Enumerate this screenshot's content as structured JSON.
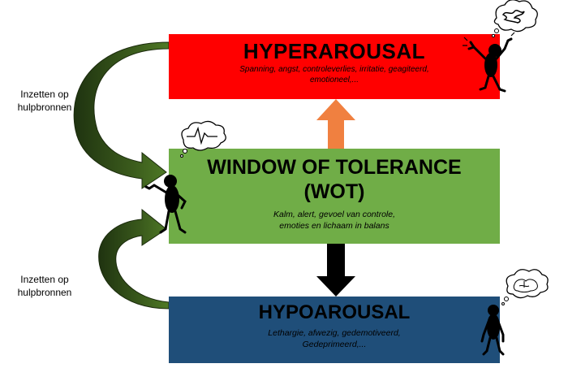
{
  "hyperarousal": {
    "title": "HYPERAROUSAL",
    "description": "Spanning, angst, controleverlies, irritatie, geagiteerd, emotioneel,...",
    "color": "#ff0000"
  },
  "window_of_tolerance": {
    "title_line1": "WINDOW OF TOLERANCE",
    "title_line2": "(WOT)",
    "description_line1": "Kalm, alert, gevoel van controle,",
    "description_line2": "emoties en lichaam in balans",
    "color": "#70ad47"
  },
  "hypoarousal": {
    "title": "HYPOAROUSAL",
    "description_line1": "Lethargie, afwezig, gedemotiveerd,",
    "description_line2": "Gedeprimeerd,...",
    "color": "#1f4e79"
  },
  "side_labels": {
    "top": {
      "line1": "Inzetten op",
      "line2": "hulpbronnen"
    },
    "bottom": {
      "line1": "Inzetten op",
      "line2": "hulpbronnen"
    }
  },
  "arrows": {
    "up_color": "#f08040",
    "down_color": "#000000",
    "curved_color": "#3a5a1c"
  },
  "icons": [
    "stick-figure-agitated-icon",
    "stick-figure-calm-icon",
    "stick-figure-tired-icon",
    "scribble-thought-bubble-icon",
    "heartbeat-thought-bubble-icon",
    "brain-thought-bubble-icon"
  ]
}
